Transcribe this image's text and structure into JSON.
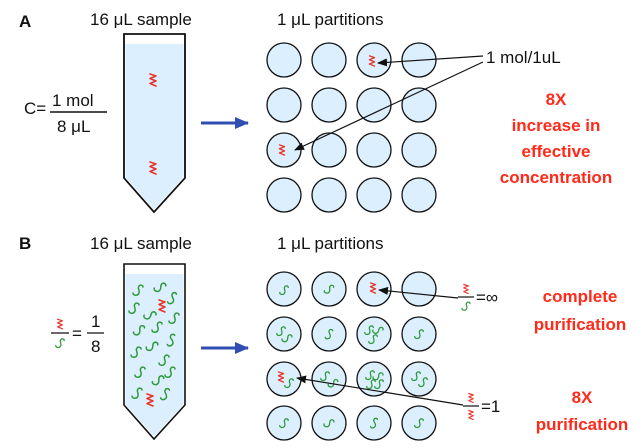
{
  "colors": {
    "target_molecule": "#e8352a",
    "contaminant": "#2f9a3a",
    "arrow_blue": "#2f4fb3",
    "highlight_red": "#ff2a1a",
    "tube_fill": "#dcefff",
    "partition_fill": "#dcefff"
  },
  "panel_a": {
    "letter": "A",
    "sample_label": "16 μL sample",
    "partitions_label": "1 μL partitions",
    "concentration_prefix": "C=",
    "fraction_numerator": "1 mol",
    "fraction_denominator": "8 μL",
    "annotation": "1 mol/1uL",
    "result_line1": "8X",
    "result_line2": "increase in",
    "result_line3": "effective",
    "result_line4": "concentration"
  },
  "panel_b": {
    "letter": "B",
    "sample_label": "16 μL sample",
    "partitions_label": "1 μL partitions",
    "ratio_equals": "=",
    "ratio_numerator": "1",
    "ratio_denominator": "8",
    "ratio_infinity": "=∞",
    "ratio_one": "=1",
    "complete_line1": "complete",
    "complete_line2": "purification",
    "partial_line1": "8X",
    "partial_line2": "purification"
  },
  "icons": {
    "target": "red-squiggle-icon",
    "contaminant": "green-swirl-icon",
    "arrow": "blue-right-arrow-icon"
  }
}
